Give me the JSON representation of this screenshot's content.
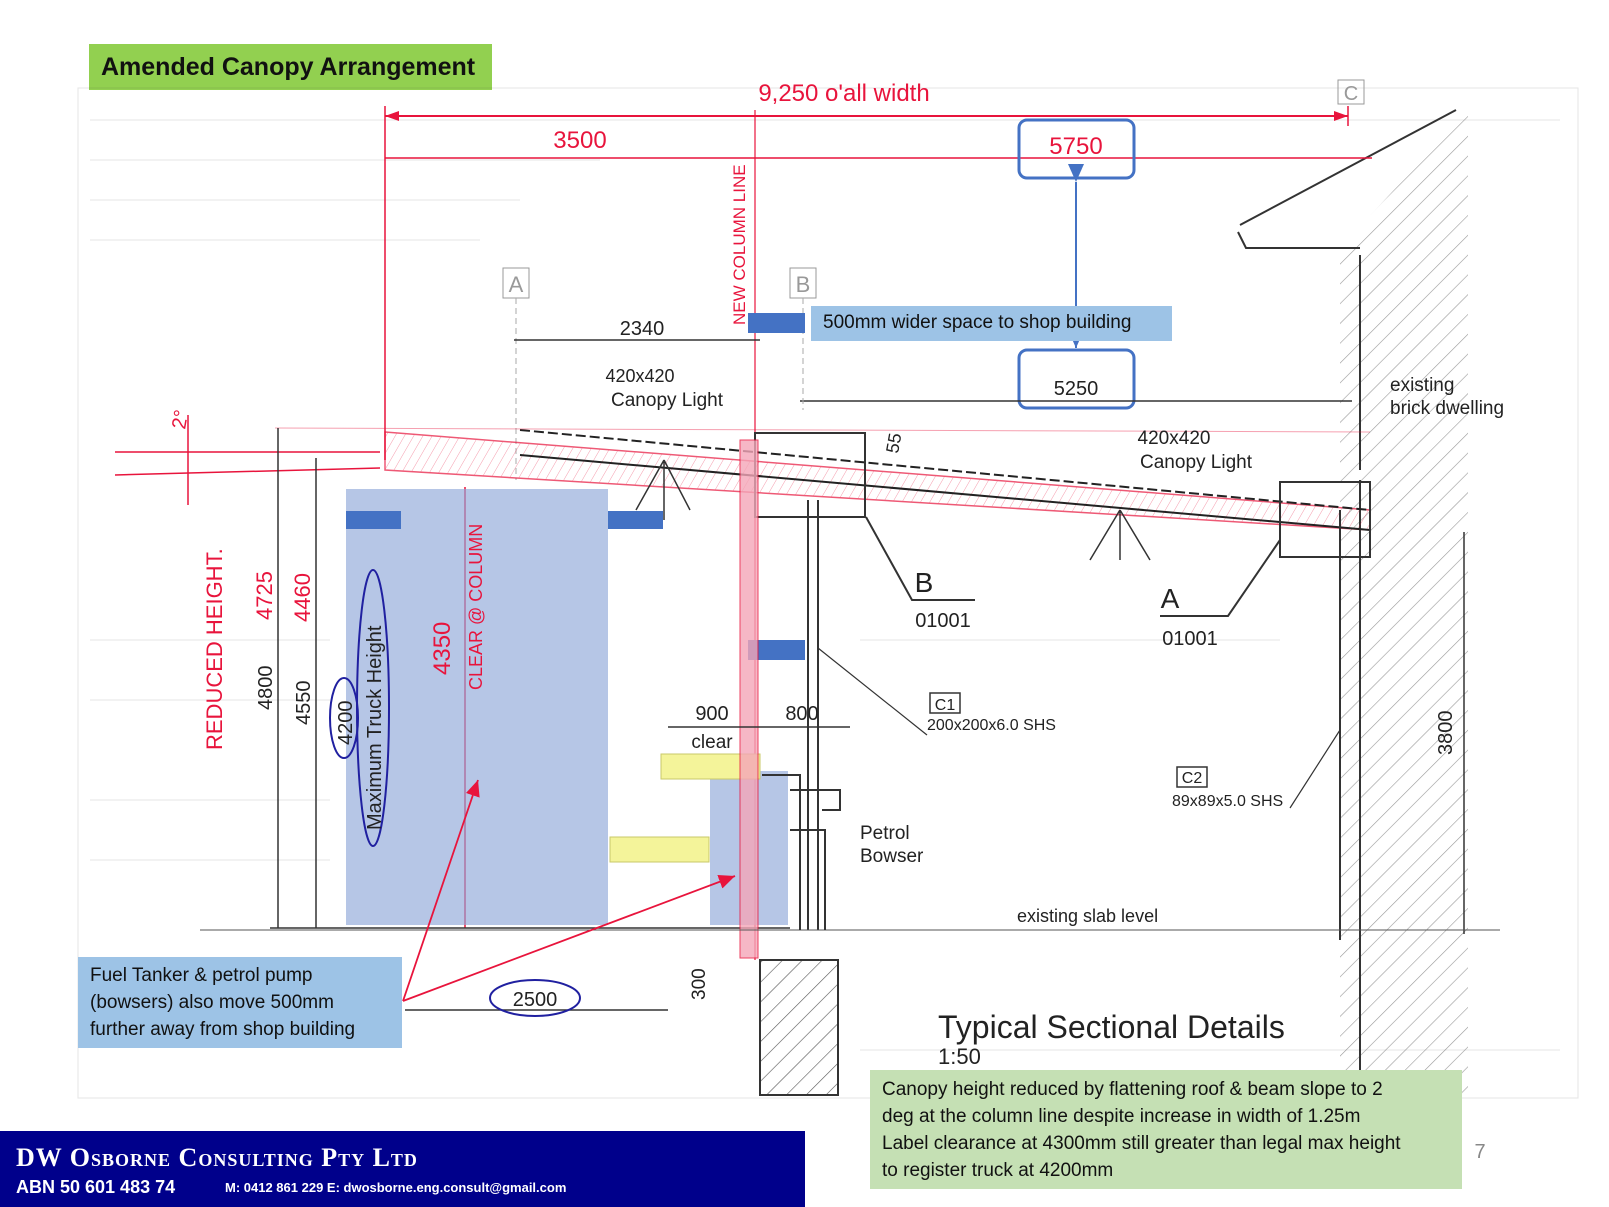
{
  "title": "Amended Canopy Arrangement",
  "dimensions": {
    "overall_width": "9,250 o'all width",
    "left_span": "3500",
    "right_span_new": "5750",
    "right_span_old": "5250",
    "col_offset": "2340",
    "dim_55": "55",
    "dim_900": "900",
    "dim_clear": "clear",
    "dim_800": "800",
    "dim_2500": "2500",
    "dim_300": "300",
    "dim_3800": "3800",
    "dim_4800": "4800",
    "dim_4550": "4550",
    "dim_4725": "4725",
    "dim_4460": "4460",
    "dim_4200": "4200",
    "dim_4350": "4350",
    "angle": "2°"
  },
  "handwritten": {
    "new_column_line": "NEW COLUMN LINE",
    "reduced_height": "REDUCED HEIGHT.",
    "clear_at_column": "CLEAR @ COLUMN",
    "max_truck_height": "Maximum Truck Height"
  },
  "grid_labels": {
    "a": "A",
    "b": "B",
    "c": "C"
  },
  "drawing_labels": {
    "canopy_light_1": [
      "420x420",
      "Canopy Light"
    ],
    "canopy_light_2": [
      "420x420",
      "Canopy Light"
    ],
    "existing_dwelling": [
      "existing",
      "brick dwelling"
    ],
    "section_b": "B",
    "section_b_ref": "01001",
    "section_a": "A",
    "section_a_ref": "01001",
    "c1_tag": "C1",
    "c1_spec": "200x200x6.0 SHS",
    "c2_tag": "C2",
    "c2_spec": "89x89x5.0 SHS",
    "petrol_bowser": [
      "Petrol",
      "Bowser"
    ],
    "slab": "existing slab level",
    "section_title": "Typical Sectional Details",
    "scale": "1:50"
  },
  "callouts": {
    "wider_space": "500mm wider space to shop building",
    "fuel_tanker": [
      "Fuel Tanker & petrol pump",
      "(bowsers) also move 500mm",
      "further away from shop building"
    ],
    "canopy_note": [
      "Canopy height reduced by flattening roof & beam slope to 2",
      "deg at the column line despite increase in width of 1.25m",
      "Label clearance at 4300mm still greater than legal max height",
      "to register truck at 4200mm"
    ]
  },
  "footer": {
    "company": "DW Osborne Consulting Pty Ltd",
    "abn": "ABN 50 601 483 74",
    "contact": "M: 0412 861 229  E: dwosborne.eng.consult@gmail.com"
  },
  "page_number": "7",
  "colors": {
    "red": "#e8143c",
    "blue": "#4472c4",
    "highlight_blue": "#8fa8d8",
    "yellow": "#f4f49a",
    "green": "#92d050"
  }
}
